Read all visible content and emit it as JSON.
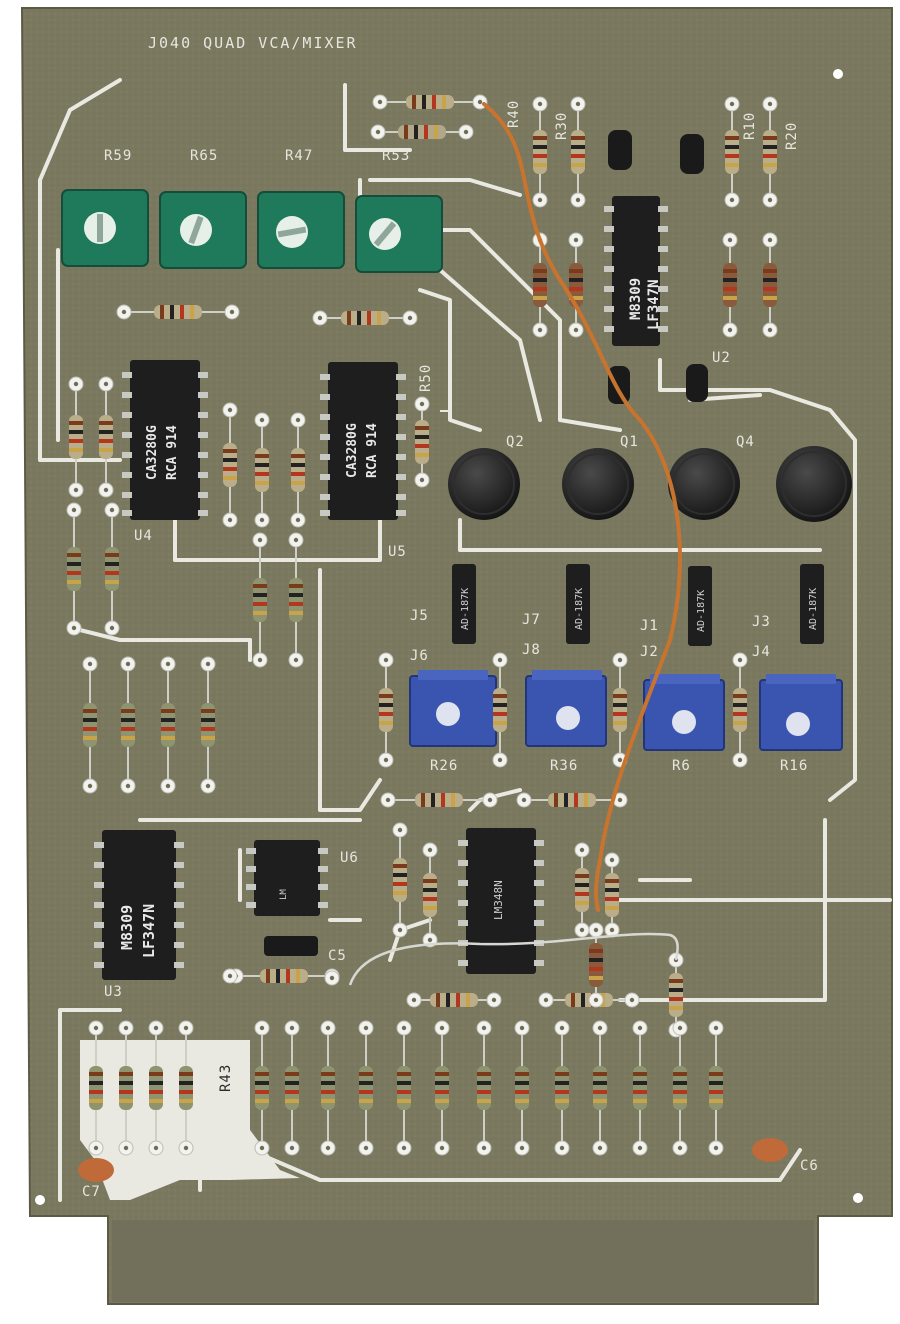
{
  "board": {
    "title": "J040  QUAD VCA/MIXER",
    "colors": {
      "substrate": "#7c7a60",
      "substrate_dark": "#6a6850",
      "trace": "#e9e9e2",
      "pad": "#f2f2ee",
      "chip": "#1e1e1e",
      "trimmer_green": "#1f7a5c",
      "trimmer_blue": "#3a55b0",
      "wire": "#c9742e"
    }
  },
  "labels": {
    "R59": "R59",
    "R65": "R65",
    "R47": "R47",
    "R53": "R53",
    "R40": "R40",
    "R30": "R30",
    "R10": "R10",
    "R20": "R20",
    "R50": "R50",
    "U2": "U2",
    "U3": "U3",
    "U4": "U4",
    "U5": "U5",
    "U6": "U6",
    "Q1": "Q1",
    "Q2": "Q2",
    "Q4": "Q4",
    "J1": "J1",
    "J2": "J2",
    "J3": "J3",
    "J4": "J4",
    "J5": "J5",
    "J6": "J6",
    "J7": "J7",
    "J8": "J8",
    "R26": "R26",
    "R36": "R36",
    "R6": "R6",
    "R16": "R16",
    "R43": "R43",
    "C5": "C5",
    "C6": "C6",
    "C7": "C7"
  },
  "chips": {
    "u2_line1": "M8309",
    "u2_line2": "LF347N",
    "u3_line1": "M8309",
    "u3_line2": "LF347N",
    "u4_line1": "CA3280G",
    "u4_line2": "RCA 914",
    "u5_line1": "CA3280G",
    "u5_line2": "RCA 914",
    "u6_line1": "LM",
    "u7_line1": "LM348N"
  },
  "diodes": {
    "d1": "AD-187K",
    "d2": "AD-187K",
    "d3": "AD-187K",
    "d4": "AD-187K"
  }
}
